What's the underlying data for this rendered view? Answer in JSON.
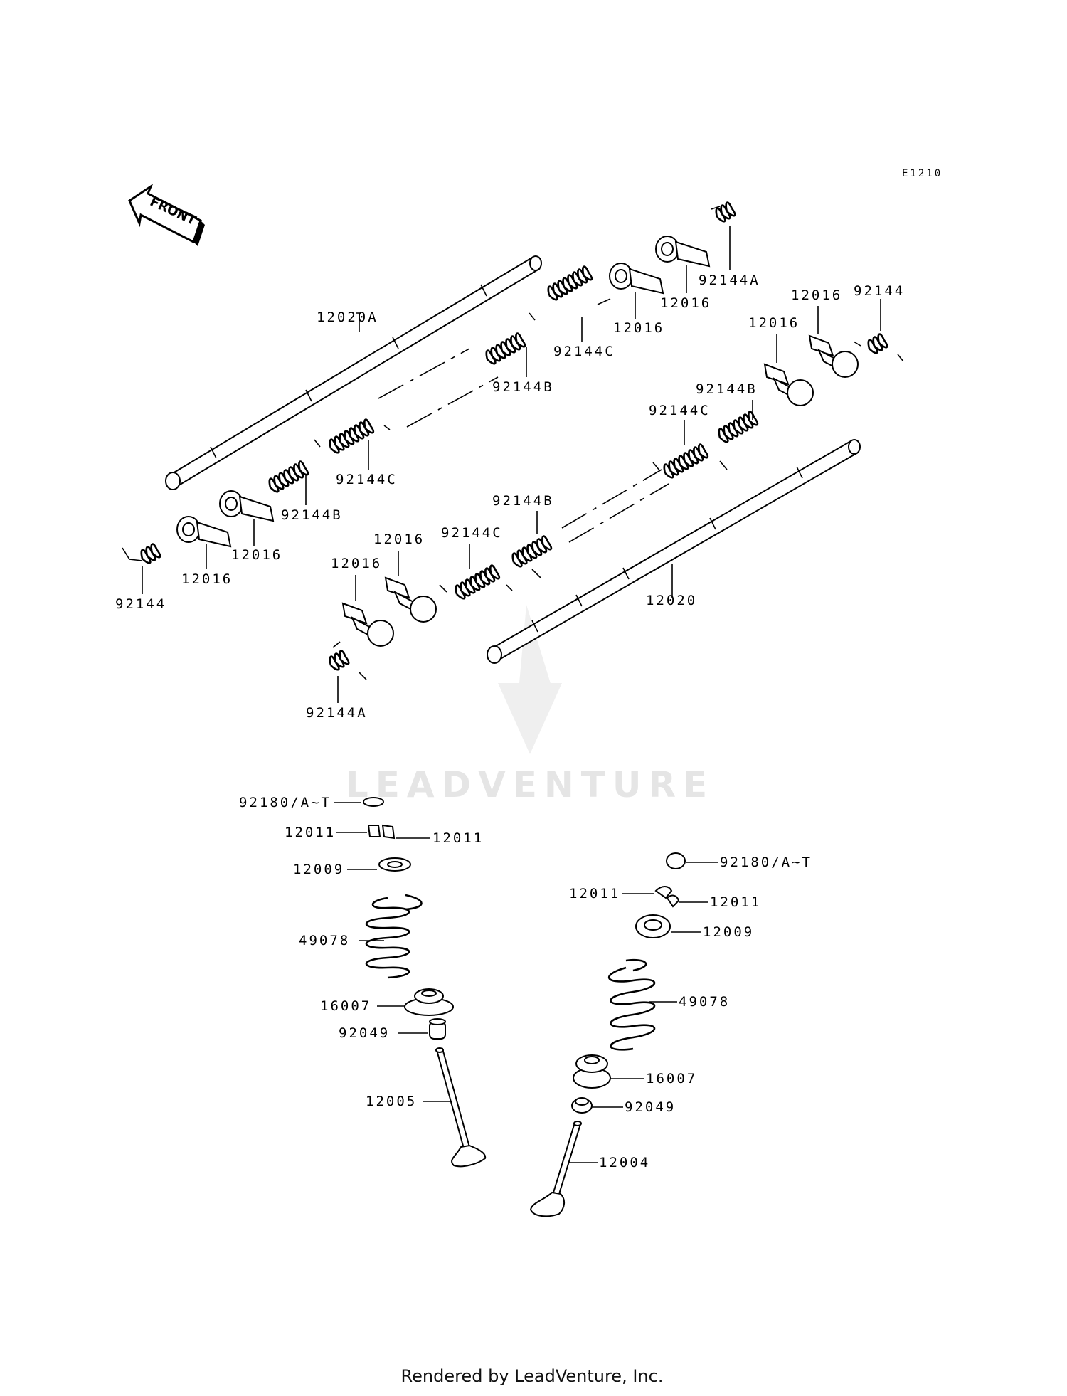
{
  "diagram": {
    "code": "E1210",
    "front_label": "FRONT",
    "watermark": "LEADVENTURE",
    "footer": "Rendered by LeadVenture, Inc."
  },
  "labels": {
    "shaft_upper": "12020A",
    "shaft_lower": "12020",
    "spring_c_1": "92144C",
    "spring_c_2": "92144C",
    "spring_c_3": "92144C",
    "spring_c_4": "92144C",
    "spring_b_1": "92144B",
    "spring_b_2": "92144B",
    "spring_b_3": "92144B",
    "spring_b_4": "92144B",
    "spring_a_1": "92144A",
    "spring_a_2": "92144A",
    "spring_1": "92144",
    "spring_2": "92144",
    "arm_1": "12016",
    "arm_2": "12016",
    "arm_3": "12016",
    "arm_4": "12016",
    "arm_5": "12016",
    "arm_6": "12016",
    "arm_7": "12016",
    "arm_8": "12016",
    "shim_left": "92180/A~T",
    "shim_right": "92180/A~T",
    "cotter_l1": "12011",
    "cotter_l2": "12011",
    "cotter_r1": "12011",
    "cotter_r2": "12011",
    "retainer_left": "12009",
    "retainer_right": "12009",
    "valve_spring_left": "49078",
    "valve_spring_right": "49078",
    "seat_left": "16007",
    "seat_right": "16007",
    "seal_left": "92049",
    "seal_right": "92049",
    "valve_exhaust": "12005",
    "valve_intake": "12004"
  }
}
